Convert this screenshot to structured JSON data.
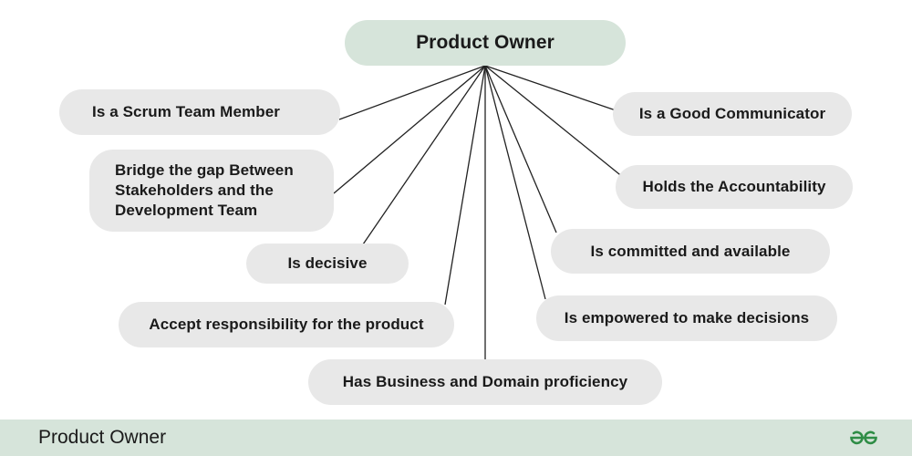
{
  "diagram": {
    "root": "Product Owner",
    "nodes": [
      "Is a Scrum Team Member",
      "Bridge the gap Between\nStakeholders and the\nDevelopment Team",
      "Is decisive",
      "Accept responsibility for the product",
      "Has Business and Domain proficiency",
      "Is empowered to make decisions",
      "Is committed and available",
      "Holds the Accountability",
      "Is a Good Communicator"
    ]
  },
  "footer": {
    "title": "Product Owner",
    "logo_icon": "gfg-logo-icon"
  },
  "colors": {
    "root_bg": "#d6e4da",
    "node_bg": "#e8e8e8",
    "line": "#222222",
    "logo": "#2f8d46"
  }
}
